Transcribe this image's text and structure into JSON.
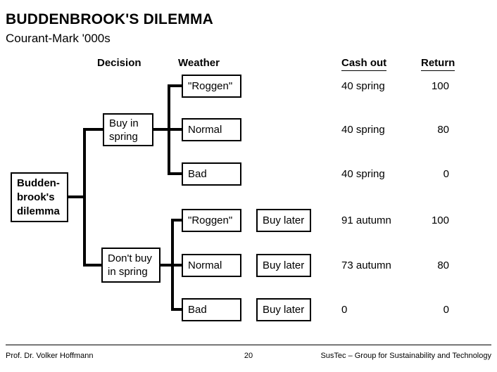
{
  "slide": {
    "title": "BUDDENBROOK'S DILEMMA",
    "subtitle": "Courant-Mark '000s"
  },
  "columns": {
    "decision": "Decision",
    "weather": "Weather",
    "cash_out": "Cash out",
    "return": "Return"
  },
  "tree": {
    "root": {
      "lines": [
        "Budden-",
        "brook's",
        "dilemma"
      ]
    },
    "branches": [
      {
        "decision": "Buy in spring",
        "outcomes": [
          {
            "weather": "\"Roggen\"",
            "action": "",
            "cash_out": "40 spring",
            "return": "100"
          },
          {
            "weather": "Normal",
            "action": "",
            "cash_out": "40 spring",
            "return": "80"
          },
          {
            "weather": "Bad",
            "action": "",
            "cash_out": "40 spring",
            "return": "0"
          }
        ]
      },
      {
        "decision": "Don't buy in spring",
        "outcomes": [
          {
            "weather": "\"Roggen\"",
            "action": "Buy later",
            "cash_out": "91 autumn",
            "return": "100"
          },
          {
            "weather": "Normal",
            "action": "Buy later",
            "cash_out": "73 autumn",
            "return": "80"
          },
          {
            "weather": "Bad",
            "action": "Buy later",
            "cash_out": "0",
            "return": "0"
          }
        ]
      }
    ]
  },
  "footer": {
    "author": "Prof. Dr. Volker Hoffmann",
    "page": "20",
    "org": "SusTec – Group for Sustainability and Technology"
  },
  "colors": {
    "text": "#000000",
    "background": "#ffffff",
    "line": "#000000"
  }
}
